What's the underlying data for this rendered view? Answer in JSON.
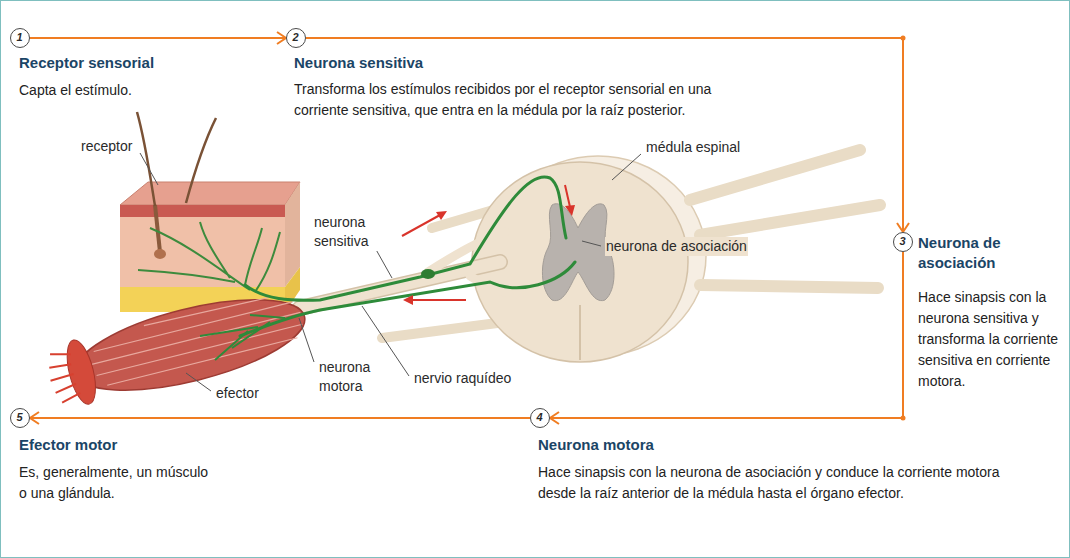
{
  "diagram": {
    "nodes": [
      {
        "text": [
          "1",
          "Receptor sensorial",
          "Capta el estímulo."
        ]
      },
      {
        "text": [
          "2",
          "Neurona sensitiva",
          "Transforma los estímulos recibidos por el receptor sensorial en una corriente sensitiva, que entra en la médula por la raíz posterior."
        ]
      },
      {
        "text": [
          "3",
          "Neurona de asociación",
          "Hace sinapsis con la neurona sensitiva y transforma la corriente sensitiva en corriente motora."
        ]
      },
      {
        "text": [
          "4",
          "Neurona motora",
          "Hace sinapsis con la neurona de asociación y conduce la corriente motora desde la raíz anterior de la médula hasta el órgano efector."
        ]
      },
      {
        "text": [
          "5",
          "Efector motor",
          "Es, generalmente, un músculo o una glándula."
        ]
      }
    ],
    "edges": [
      {
        "from": 0,
        "to": 1,
        "arrow": "to"
      },
      {
        "from": 1,
        "to": 2,
        "arrow": "to"
      },
      {
        "from": 2,
        "to": 3,
        "arrow": "to"
      },
      {
        "from": 3,
        "to": 4,
        "arrow": "to"
      }
    ],
    "labels": [
      "receptor",
      "neurona sensitiva",
      "médula espinal",
      "neurona de asociación",
      "nervio raquídeo",
      "neurona motora",
      "efector"
    ]
  }
}
